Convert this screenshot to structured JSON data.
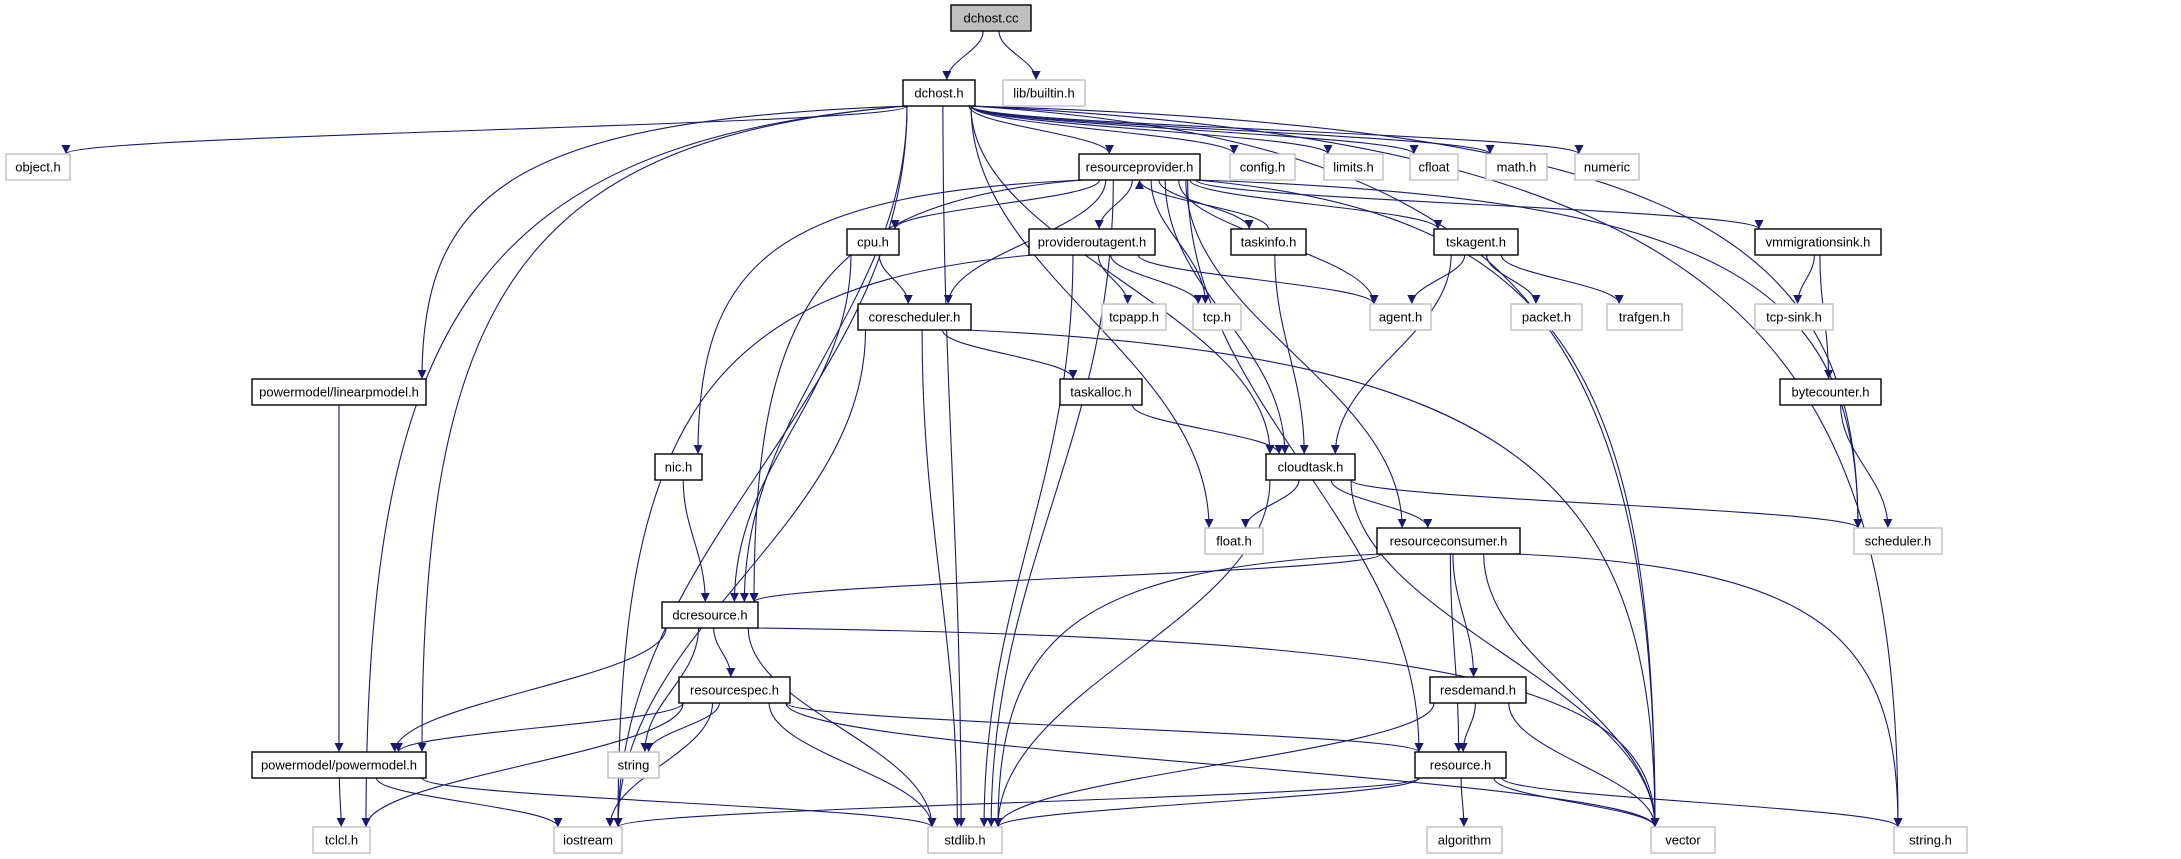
{
  "diagram": {
    "title": "dchost.cc include dependency graph",
    "colors": {
      "edge": "#191970",
      "root_fill": "#bfbfbf",
      "documented_border": "#000000",
      "external_border": "#bfbfbf"
    },
    "nodes": [
      {
        "id": "dchost_cc",
        "label": "dchost.cc",
        "kind": "root"
      },
      {
        "id": "dchost_h",
        "label": "dchost.h",
        "kind": "doc"
      },
      {
        "id": "lib_builtin",
        "label": "lib/builtin.h",
        "kind": "ext"
      },
      {
        "id": "object_h",
        "label": "object.h",
        "kind": "ext"
      },
      {
        "id": "resourceprovider",
        "label": "resourceprovider.h",
        "kind": "doc"
      },
      {
        "id": "config_h",
        "label": "config.h",
        "kind": "ext"
      },
      {
        "id": "limits_h",
        "label": "limits.h",
        "kind": "ext"
      },
      {
        "id": "cfloat",
        "label": "cfloat",
        "kind": "ext"
      },
      {
        "id": "math_h",
        "label": "math.h",
        "kind": "ext"
      },
      {
        "id": "numeric",
        "label": "numeric",
        "kind": "ext"
      },
      {
        "id": "cpu_h",
        "label": "cpu.h",
        "kind": "doc"
      },
      {
        "id": "provideroutagent",
        "label": "provideroutagent.h",
        "kind": "doc"
      },
      {
        "id": "taskinfo",
        "label": "taskinfo.h",
        "kind": "doc"
      },
      {
        "id": "tskagent",
        "label": "tskagent.h",
        "kind": "doc"
      },
      {
        "id": "vmmigrationsink",
        "label": "vmmigrationsink.h",
        "kind": "doc"
      },
      {
        "id": "corescheduler",
        "label": "corescheduler.h",
        "kind": "doc"
      },
      {
        "id": "tcpapp",
        "label": "tcpapp.h",
        "kind": "ext"
      },
      {
        "id": "tcp_h",
        "label": "tcp.h",
        "kind": "ext"
      },
      {
        "id": "agent_h",
        "label": "agent.h",
        "kind": "ext"
      },
      {
        "id": "packet_h",
        "label": "packet.h",
        "kind": "ext"
      },
      {
        "id": "trafgen",
        "label": "trafgen.h",
        "kind": "ext"
      },
      {
        "id": "tcpsink",
        "label": "tcp-sink.h",
        "kind": "ext"
      },
      {
        "id": "linearpmodel",
        "label": "powermodel/linearpmodel.h",
        "kind": "doc"
      },
      {
        "id": "taskalloc",
        "label": "taskalloc.h",
        "kind": "doc"
      },
      {
        "id": "bytecounter",
        "label": "bytecounter.h",
        "kind": "doc"
      },
      {
        "id": "nic_h",
        "label": "nic.h",
        "kind": "doc"
      },
      {
        "id": "cloudtask",
        "label": "cloudtask.h",
        "kind": "doc"
      },
      {
        "id": "float_h",
        "label": "float.h",
        "kind": "ext"
      },
      {
        "id": "resourceconsumer",
        "label": "resourceconsumer.h",
        "kind": "doc"
      },
      {
        "id": "scheduler",
        "label": "scheduler.h",
        "kind": "ext"
      },
      {
        "id": "dcresource",
        "label": "dcresource.h",
        "kind": "doc"
      },
      {
        "id": "resourcespec",
        "label": "resourcespec.h",
        "kind": "doc"
      },
      {
        "id": "resdemand",
        "label": "resdemand.h",
        "kind": "doc"
      },
      {
        "id": "powermodel",
        "label": "powermodel/powermodel.h",
        "kind": "doc"
      },
      {
        "id": "string",
        "label": "string",
        "kind": "ext"
      },
      {
        "id": "resource_h",
        "label": "resource.h",
        "kind": "doc"
      },
      {
        "id": "tclcl",
        "label": "tclcl.h",
        "kind": "ext"
      },
      {
        "id": "iostream",
        "label": "iostream",
        "kind": "ext"
      },
      {
        "id": "stdlib",
        "label": "stdlib.h",
        "kind": "ext"
      },
      {
        "id": "algorithm",
        "label": "algorithm",
        "kind": "ext"
      },
      {
        "id": "vector",
        "label": "vector",
        "kind": "ext"
      },
      {
        "id": "string_h",
        "label": "string.h",
        "kind": "ext"
      }
    ],
    "edges": [
      [
        "dchost_cc",
        "dchost_h"
      ],
      [
        "dchost_cc",
        "lib_builtin"
      ],
      [
        "dchost_h",
        "object_h"
      ],
      [
        "dchost_h",
        "resourceprovider"
      ],
      [
        "dchost_h",
        "config_h"
      ],
      [
        "dchost_h",
        "limits_h"
      ],
      [
        "dchost_h",
        "cfloat"
      ],
      [
        "dchost_h",
        "math_h"
      ],
      [
        "dchost_h",
        "numeric"
      ],
      [
        "dchost_h",
        "linearpmodel"
      ],
      [
        "dchost_h",
        "powermodel"
      ],
      [
        "dchost_h",
        "tclcl"
      ],
      [
        "dchost_h",
        "iostream"
      ],
      [
        "dchost_h",
        "stdlib"
      ],
      [
        "dchost_h",
        "dcresource"
      ],
      [
        "dchost_h",
        "float_h"
      ],
      [
        "dchost_h",
        "cloudtask"
      ],
      [
        "dchost_h",
        "scheduler"
      ],
      [
        "dchost_h",
        "vector"
      ],
      [
        "dchost_h",
        "string_h"
      ],
      [
        "resourceprovider",
        "cpu_h"
      ],
      [
        "resourceprovider",
        "provideroutagent"
      ],
      [
        "resourceprovider",
        "taskinfo"
      ],
      [
        "resourceprovider",
        "tskagent"
      ],
      [
        "resourceprovider",
        "vmmigrationsink"
      ],
      [
        "resourceprovider",
        "corescheduler"
      ],
      [
        "resourceprovider",
        "tcp_h"
      ],
      [
        "resourceprovider",
        "agent_h"
      ],
      [
        "resourceprovider",
        "nic_h"
      ],
      [
        "resourceprovider",
        "cloudtask"
      ],
      [
        "resourceprovider",
        "dcresource"
      ],
      [
        "resourceprovider",
        "resourceconsumer"
      ],
      [
        "resourceprovider",
        "scheduler"
      ],
      [
        "resourceprovider",
        "resource_h"
      ],
      [
        "resourceprovider",
        "vector"
      ],
      [
        "resourceprovider",
        "stdlib"
      ],
      [
        "taskinfo",
        "resourceprovider"
      ],
      [
        "taskinfo",
        "cloudtask"
      ],
      [
        "cpu_h",
        "corescheduler"
      ],
      [
        "cpu_h",
        "dcresource"
      ],
      [
        "provideroutagent",
        "tcpapp"
      ],
      [
        "provideroutagent",
        "tcp_h"
      ],
      [
        "provideroutagent",
        "agent_h"
      ],
      [
        "provideroutagent",
        "iostream"
      ],
      [
        "provideroutagent",
        "stdlib"
      ],
      [
        "tskagent",
        "agent_h"
      ],
      [
        "tskagent",
        "packet_h"
      ],
      [
        "tskagent",
        "trafgen"
      ],
      [
        "tskagent",
        "cloudtask"
      ],
      [
        "vmmigrationsink",
        "tcpsink"
      ],
      [
        "vmmigrationsink",
        "bytecounter"
      ],
      [
        "corescheduler",
        "taskalloc"
      ],
      [
        "corescheduler",
        "vector"
      ],
      [
        "corescheduler",
        "stdlib"
      ],
      [
        "corescheduler",
        "iostream"
      ],
      [
        "taskalloc",
        "cloudtask"
      ],
      [
        "bytecounter",
        "scheduler"
      ],
      [
        "linearpmodel",
        "powermodel"
      ],
      [
        "nic_h",
        "dcresource"
      ],
      [
        "cloudtask",
        "float_h"
      ],
      [
        "cloudtask",
        "resourceconsumer"
      ],
      [
        "cloudtask",
        "scheduler"
      ],
      [
        "cloudtask",
        "vector"
      ],
      [
        "cloudtask",
        "stdlib"
      ],
      [
        "resourceconsumer",
        "dcresource"
      ],
      [
        "resourceconsumer",
        "resdemand"
      ],
      [
        "resourceconsumer",
        "resource_h"
      ],
      [
        "resourceconsumer",
        "vector"
      ],
      [
        "resourceconsumer",
        "string_h"
      ],
      [
        "resourceconsumer",
        "stdlib"
      ],
      [
        "dcresource",
        "resourcespec"
      ],
      [
        "dcresource",
        "powermodel"
      ],
      [
        "dcresource",
        "string"
      ],
      [
        "dcresource",
        "stdlib"
      ],
      [
        "dcresource",
        "vector"
      ],
      [
        "resourcespec",
        "powermodel"
      ],
      [
        "resourcespec",
        "string"
      ],
      [
        "resourcespec",
        "resource_h"
      ],
      [
        "resourcespec",
        "tclcl"
      ],
      [
        "resourcespec",
        "iostream"
      ],
      [
        "resourcespec",
        "stdlib"
      ],
      [
        "resourcespec",
        "vector"
      ],
      [
        "resdemand",
        "resource_h"
      ],
      [
        "resdemand",
        "vector"
      ],
      [
        "resdemand",
        "stdlib"
      ],
      [
        "powermodel",
        "tclcl"
      ],
      [
        "powermodel",
        "iostream"
      ],
      [
        "powermodel",
        "stdlib"
      ],
      [
        "resource_h",
        "algorithm"
      ],
      [
        "resource_h",
        "vector"
      ],
      [
        "resource_h",
        "string_h"
      ],
      [
        "resource_h",
        "iostream"
      ],
      [
        "resource_h",
        "stdlib"
      ]
    ]
  }
}
